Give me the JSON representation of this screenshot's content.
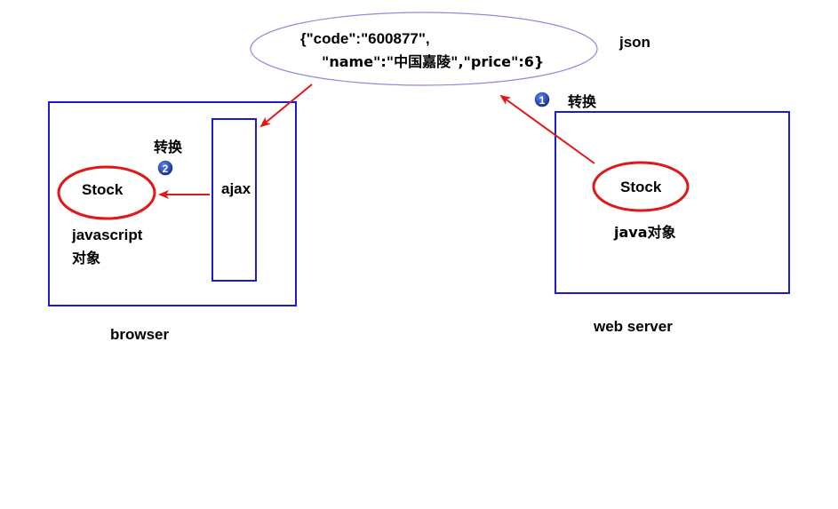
{
  "json_bubble": {
    "line1": "{\"code\":\"600877\",",
    "line2": "\"name\":\"中国嘉陵\",\"price\":6}"
  },
  "labels": {
    "json": "json",
    "convert_1": "转换",
    "convert_2": "转换",
    "ajax": "ajax",
    "stock_browser": "Stock",
    "stock_server": "Stock",
    "js_object_line1": "javascript",
    "js_object_line2": "对象",
    "java_object": "java对象",
    "browser": "browser",
    "web_server": "web server"
  },
  "badges": {
    "step1": "1",
    "step2": "2"
  },
  "colors": {
    "box_border": "#1a1ad0",
    "ellipse_red": "#e01818",
    "arrow_red": "#e01818",
    "bubble_border": "#8c8cd8",
    "badge_fill": "#1a3fa8"
  }
}
